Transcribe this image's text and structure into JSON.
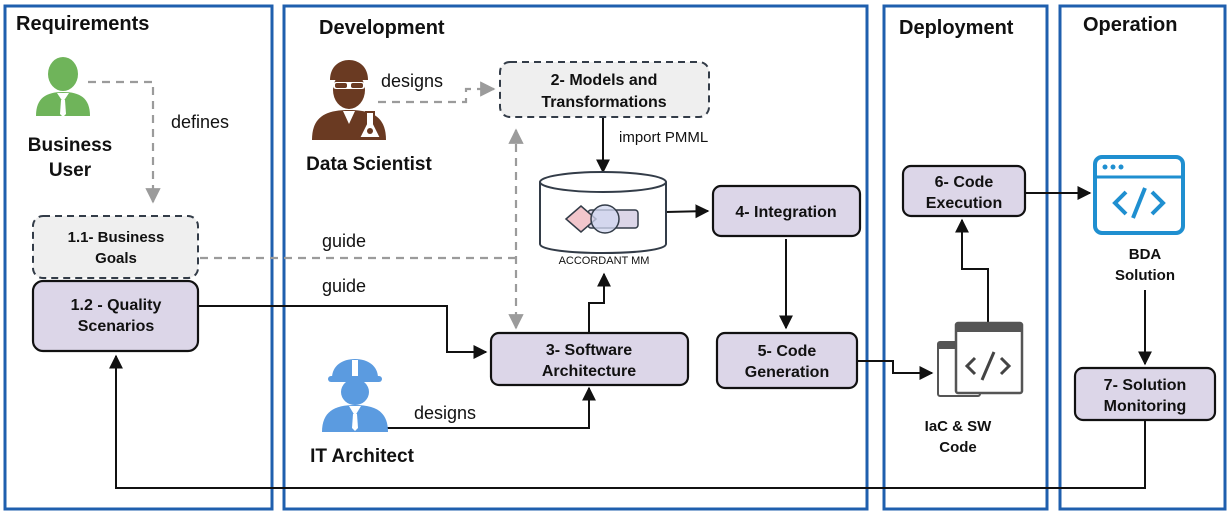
{
  "phases": {
    "requirements": "Requirements",
    "development": "Development",
    "deployment": "Deployment",
    "operation": "Operation"
  },
  "actors": {
    "business_user": [
      "Business",
      "User"
    ],
    "data_scientist": "Data Scientist",
    "it_architect": "IT Architect"
  },
  "nodes": {
    "business_goals": [
      "1.1- Business",
      "Goals"
    ],
    "quality_scenarios": [
      "1.2 - Quality",
      "Scenarios"
    ],
    "models_transformations": [
      "2- Models and",
      "Transformations"
    ],
    "software_architecture": [
      "3- Software",
      "Architecture"
    ],
    "integration": "4- Integration",
    "code_generation": [
      "5- Code",
      "Generation"
    ],
    "code_execution": [
      "6- Code",
      "Execution"
    ],
    "solution_monitoring": [
      "7- Solution",
      "Monitoring"
    ]
  },
  "artifacts": {
    "accordant_mm": "ACCORDANT MM",
    "iac_code": [
      "IaC & SW",
      "Code"
    ],
    "bda_solution": [
      "BDA",
      "Solution"
    ]
  },
  "edges": {
    "defines": "defines",
    "ds_designs": "designs",
    "import_pmml": "import PMML",
    "guide_goals": "guide",
    "guide_quality": "guide",
    "ita_designs": "designs"
  },
  "colors": {
    "phase_border": "#1f5fae",
    "node_fill": "#dcd6e8",
    "goal_fill": "#efefef",
    "person_green": "#6fb45a",
    "person_blue": "#5b9be0",
    "scientist_brown": "#6a3a22",
    "bda_blue": "#1f8fd0"
  },
  "icons": {
    "business_user": "person-icon",
    "data_scientist": "scientist-icon",
    "it_architect": "engineer-icon",
    "accordant_mm": "database-icon",
    "iac_code": "code-files-icon",
    "bda_solution": "code-window-icon"
  }
}
